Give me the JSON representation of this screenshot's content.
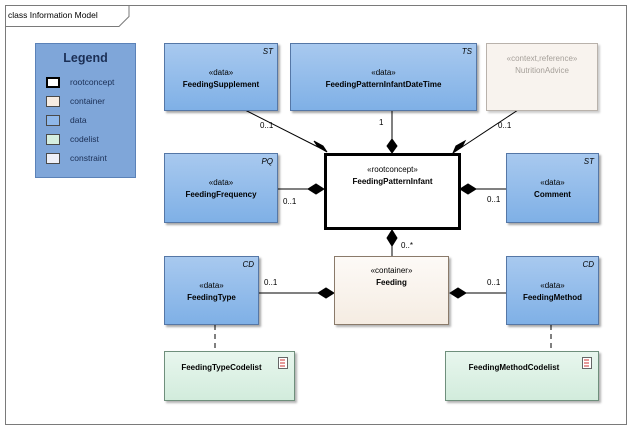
{
  "frame": {
    "title": "class Information Model"
  },
  "legend": {
    "title": "Legend",
    "items": [
      {
        "label": "rootconcept",
        "color": "#ffffff",
        "border": "#000000"
      },
      {
        "label": "container",
        "color": "#f6ece2",
        "border": "#555555"
      },
      {
        "label": "data",
        "color": "#8fb8ea",
        "border": "#555555"
      },
      {
        "label": "codelist",
        "color": "#d6efe0",
        "border": "#555555"
      },
      {
        "label": "constraint",
        "color": "#eef0f8",
        "border": "#555555"
      }
    ]
  },
  "classes": {
    "feeding_supplement": {
      "stereotype": "«data»",
      "name": "FeedingSupplement",
      "tag": "ST"
    },
    "feeding_pattern_infant_datetime": {
      "stereotype": "«data»",
      "name": "FeedingPatternInfantDateTime",
      "tag": "TS"
    },
    "nutrition_advice": {
      "stereotype": "«context,reference»",
      "name": "NutritionAdvice"
    },
    "feeding_frequency": {
      "stereotype": "«data»",
      "name": "FeedingFrequency",
      "tag": "PQ"
    },
    "feeding_pattern_infant": {
      "stereotype": "«rootconcept»",
      "name": "FeedingPatternInfant"
    },
    "comment": {
      "stereotype": "«data»",
      "name": "Comment",
      "tag": "ST"
    },
    "feeding_type": {
      "stereotype": "«data»",
      "name": "FeedingType",
      "tag": "CD"
    },
    "feeding": {
      "stereotype": "«container»",
      "name": "Feeding"
    },
    "feeding_method": {
      "stereotype": "«data»",
      "name": "FeedingMethod",
      "tag": "CD"
    },
    "feeding_type_codelist": {
      "name": "FeedingTypeCodelist"
    },
    "feeding_method_codelist": {
      "name": "FeedingMethodCodelist"
    }
  },
  "multiplicities": {
    "supplement": "0..1",
    "datetime": "1",
    "nutrition_advice": "0..1",
    "frequency": "0..1",
    "comment": "0..1",
    "feeding": "0..*",
    "feeding_type": "0..1",
    "feeding_method": "0..1"
  }
}
